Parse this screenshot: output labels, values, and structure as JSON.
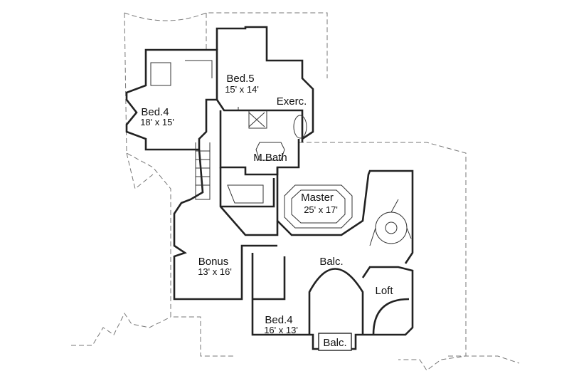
{
  "rooms": {
    "bed5": {
      "name": "Bed.5",
      "size": "15' x 14'"
    },
    "exercise": {
      "name": "Exerc."
    },
    "bed4_upper": {
      "name": "Bed.4",
      "size": "18' x 15'"
    },
    "master_bath": {
      "name": "M.Bath"
    },
    "master": {
      "name": "Master",
      "size": "25' x 17'"
    },
    "bonus": {
      "name": "Bonus",
      "size": "13' x 16'"
    },
    "balcony_main": {
      "name": "Balc."
    },
    "loft": {
      "name": "Loft"
    },
    "bed4_lower": {
      "name": "Bed.4",
      "size": "16' x 13'"
    },
    "balcony_front": {
      "name": "Balc."
    }
  }
}
